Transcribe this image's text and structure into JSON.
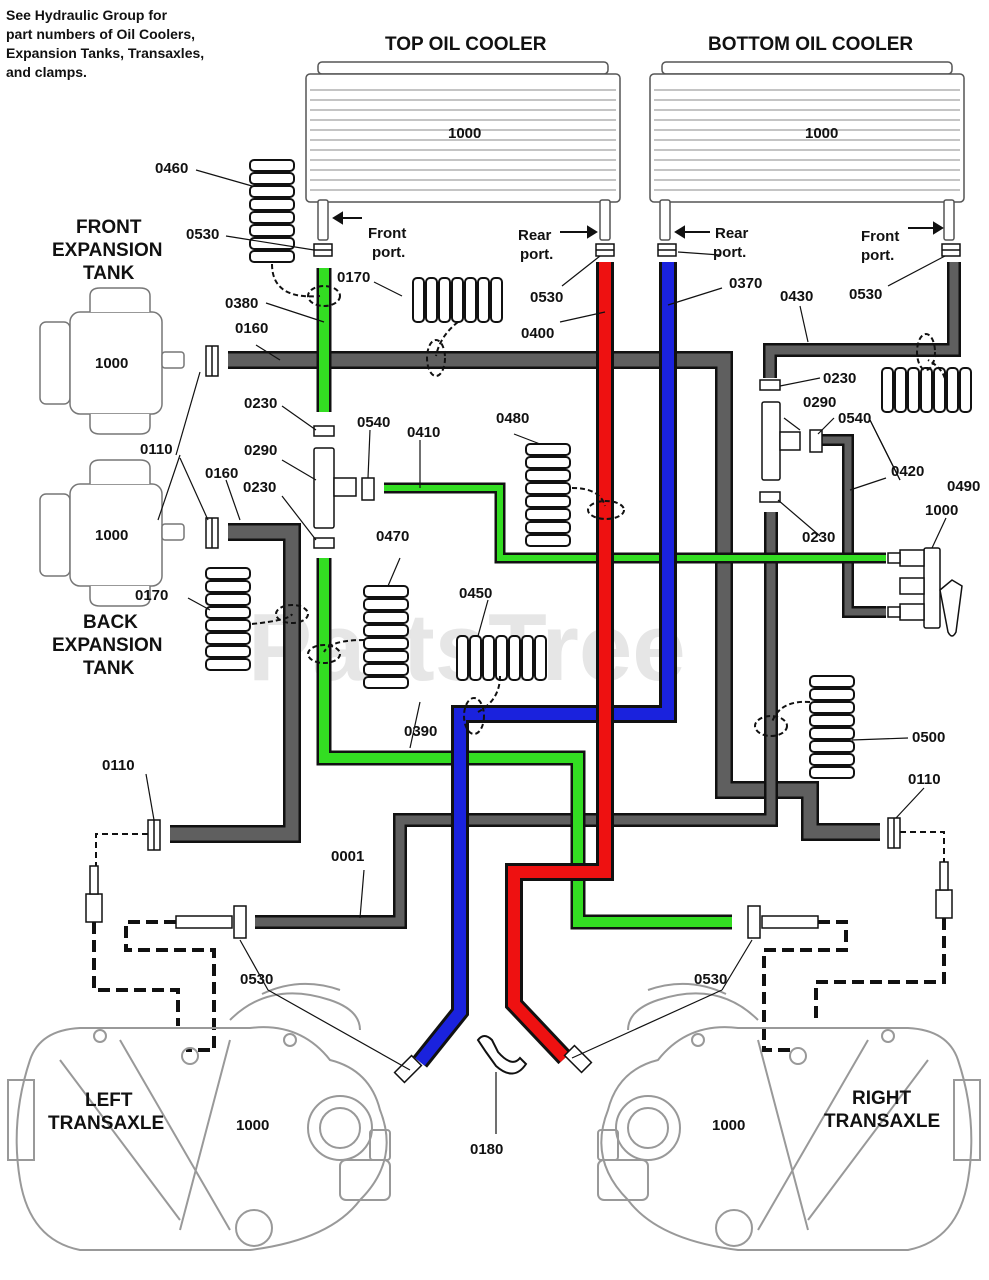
{
  "note": {
    "lines": [
      "See Hydraulic Group for",
      "part numbers of Oil Coolers,",
      "Expansion Tanks, Transaxles,",
      "and clamps."
    ]
  },
  "watermark": "PartsTree",
  "titles": {
    "top_cooler": "TOP OIL COOLER",
    "bottom_cooler": "BOTTOM OIL COOLER",
    "front_tank": [
      "FRONT",
      "EXPANSION",
      "TANK"
    ],
    "back_tank": [
      "BACK",
      "EXPANSION",
      "TANK"
    ],
    "left_transaxle": [
      "LEFT",
      "TRANSAXLE"
    ],
    "right_transaxle": [
      "RIGHT",
      "TRANSAXLE"
    ]
  },
  "port_labels": {
    "front": [
      "Front",
      "port."
    ],
    "rear": [
      "Rear",
      "port."
    ]
  },
  "parts": {
    "p0001": "0001",
    "p0110": "0110",
    "p0160": "0160",
    "p0170": "0170",
    "p0180": "0180",
    "p0230": "0230",
    "p0290": "0290",
    "p0370": "0370",
    "p0380": "0380",
    "p0390": "0390",
    "p0400": "0400",
    "p0410": "0410",
    "p0420": "0420",
    "p0430": "0430",
    "p0450": "0450",
    "p0460": "0460",
    "p0470": "0470",
    "p0480": "0480",
    "p0490": "0490",
    "p0500": "0500",
    "p0530": "0530",
    "p0540": "0540",
    "p1000": "1000"
  },
  "colors": {
    "gray_hose": "#5f5f5f",
    "green_hose": "#33dd22",
    "red_hose": "#ee1111",
    "blue_hose": "#1a22dd",
    "outline": "#111111"
  }
}
